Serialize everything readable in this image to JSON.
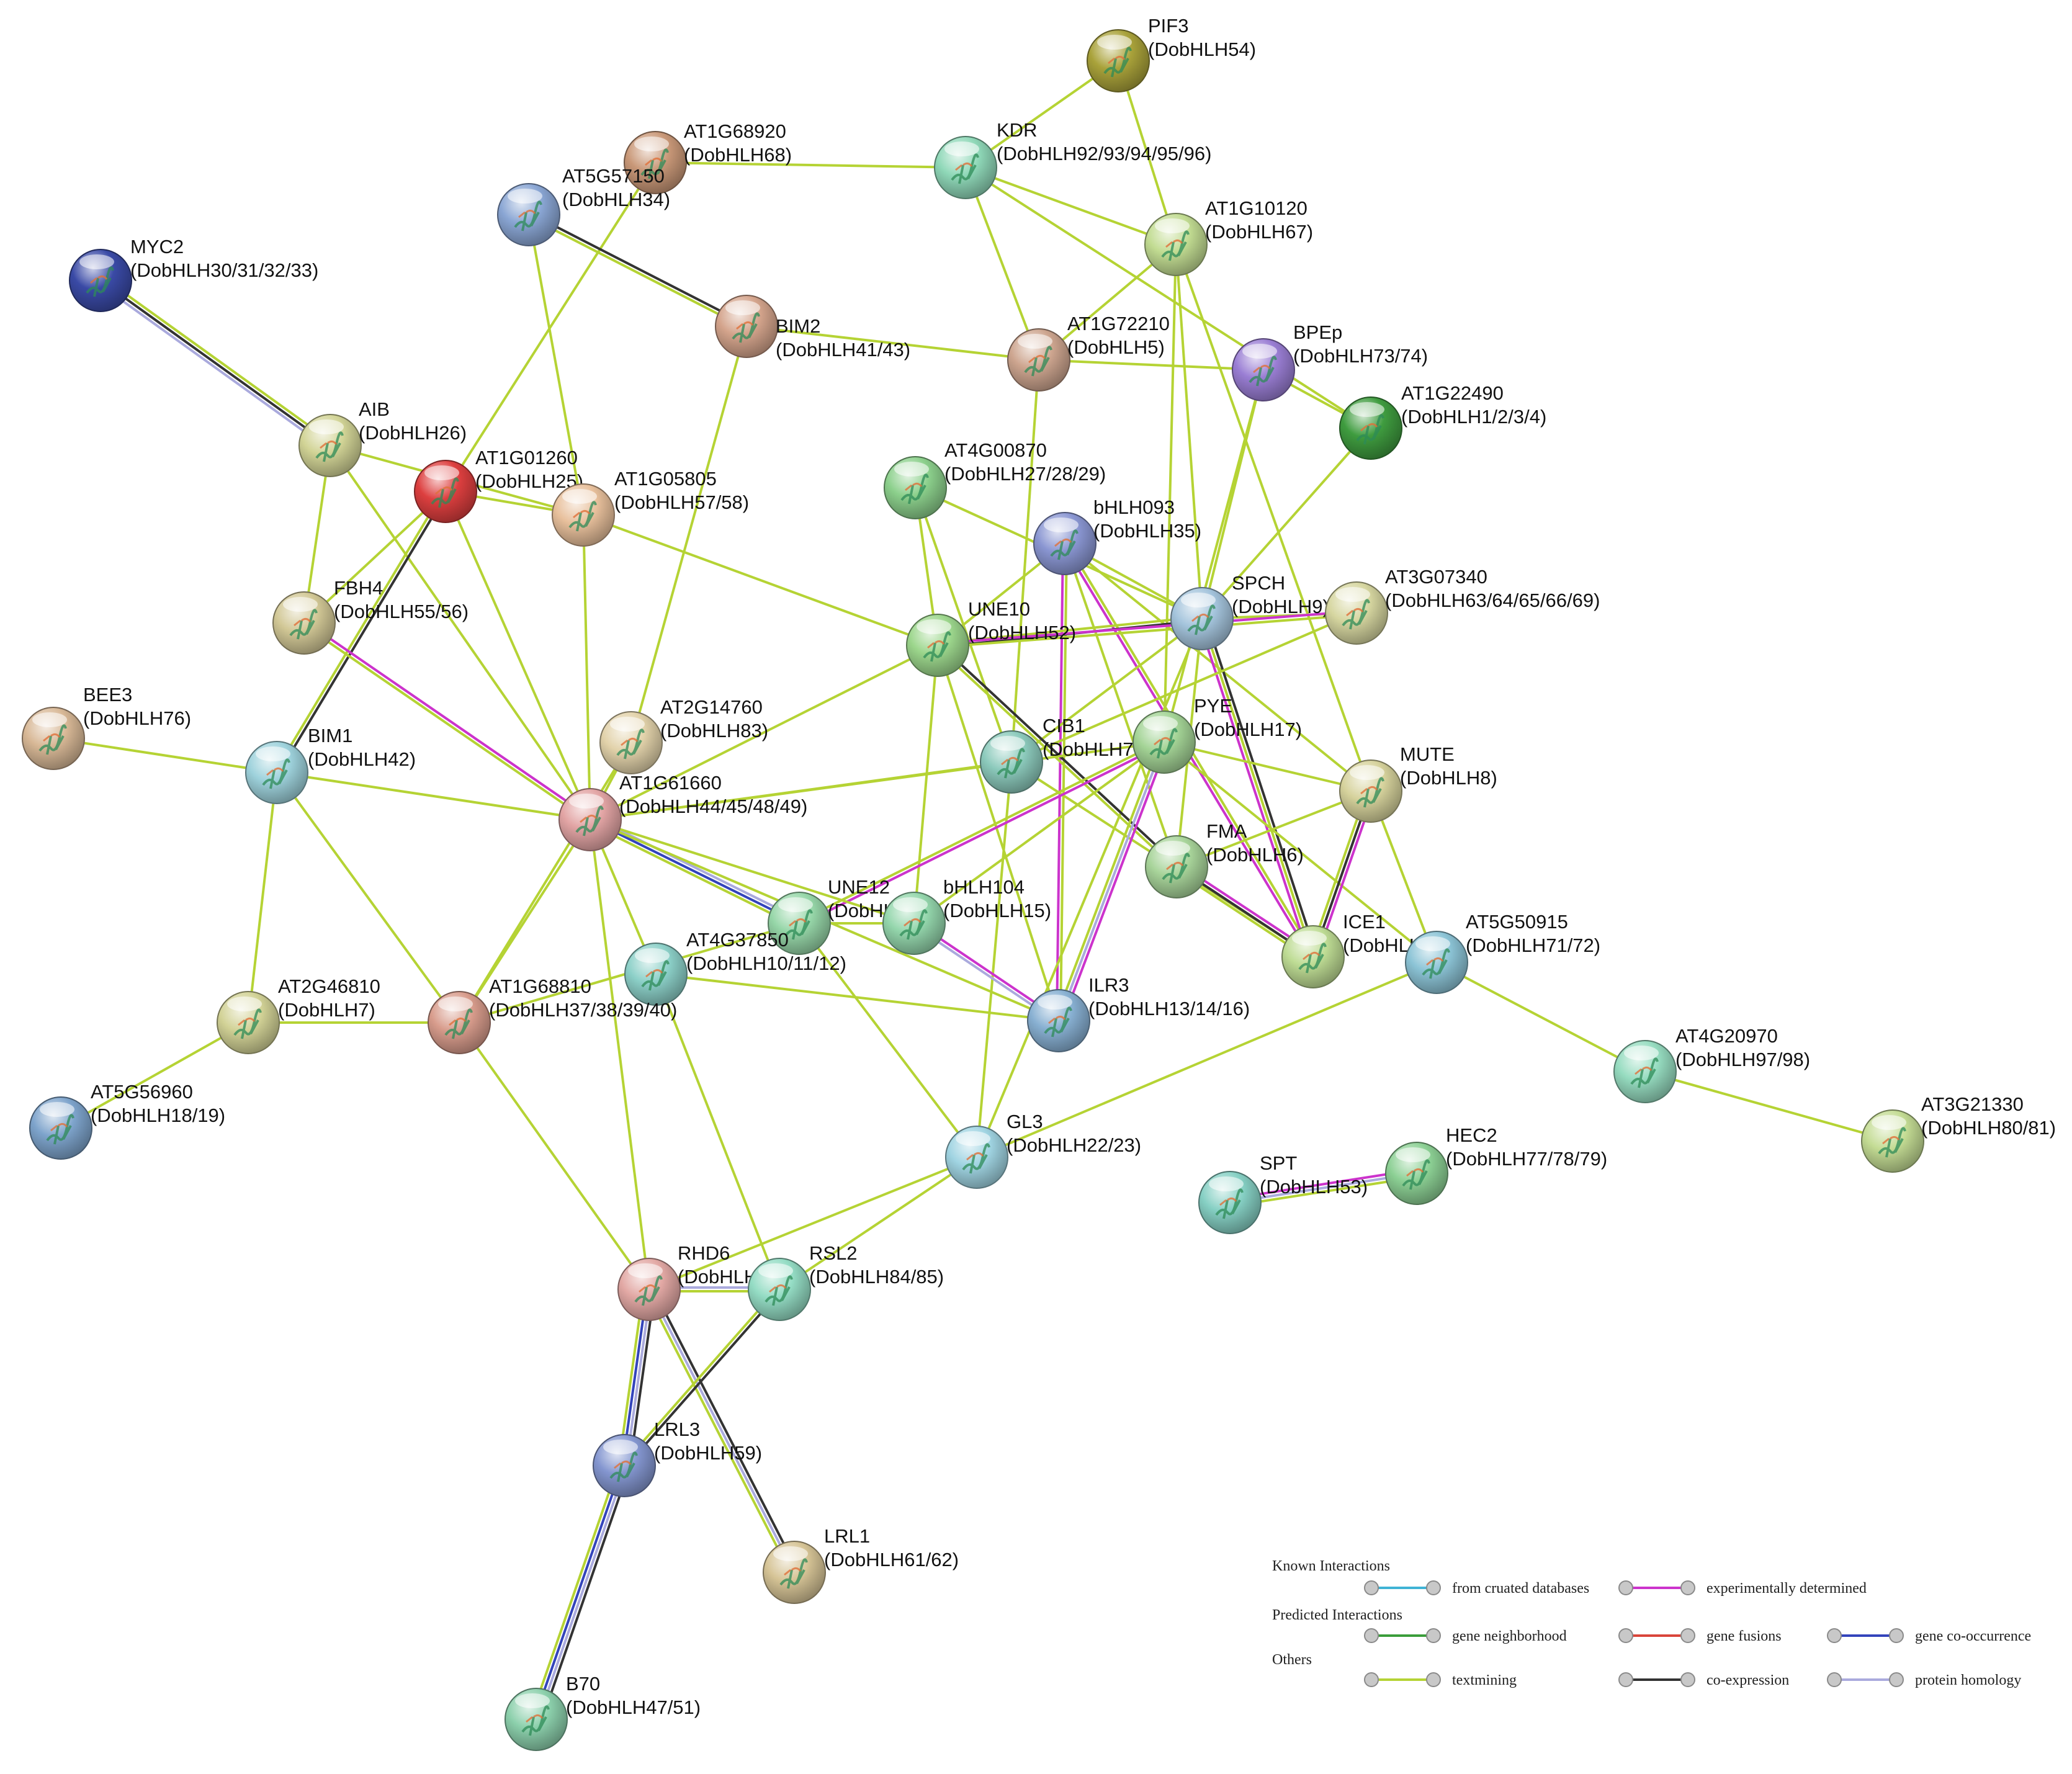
{
  "legend": {
    "known_title": "Known Interactions",
    "predicted_title": "Predicted Interactions",
    "others_title": "Others",
    "items": [
      {
        "key": "curated",
        "label": "from cruated databases",
        "color": "#3fb3d5"
      },
      {
        "key": "experimental",
        "label": "experimentally determined",
        "color": "#cc33cc"
      },
      {
        "key": "neighborhood",
        "label": "gene neighborhood",
        "color": "#3a9d3a"
      },
      {
        "key": "fusion",
        "label": "gene fusions",
        "color": "#d9453a"
      },
      {
        "key": "cooccurrence",
        "label": "gene co-occurrence",
        "color": "#3344bb"
      },
      {
        "key": "textmining",
        "label": "textmining",
        "color": "#b5d334"
      },
      {
        "key": "coexpression",
        "label": "co-expression",
        "color": "#333333"
      },
      {
        "key": "homology",
        "label": "protein homology",
        "color": "#aaaadd"
      }
    ]
  },
  "edge_colors": {
    "textmining": "#b5d334",
    "coexpression": "#333333",
    "experimental": "#cc33cc",
    "homology": "#aaaadd",
    "cooccurrence": "#3344bb",
    "curated": "#3fb3d5"
  },
  "nodes": [
    {
      "id": "PIF3",
      "name": "PIF3",
      "alias": "(DobHLH54)",
      "color": "#a9a23a"
    },
    {
      "id": "AT1G68920",
      "name": "AT1G68920",
      "alias": "(DobHLH68)",
      "color": "#c99878"
    },
    {
      "id": "KDR",
      "name": "KDR",
      "alias": "(DobHLH92/93/94/95/96)",
      "color": "#8fd8b8"
    },
    {
      "id": "AT5G57150",
      "name": "AT5G57150",
      "alias": "(DobHLH34)",
      "color": "#8aa6d4"
    },
    {
      "id": "AT1G10120",
      "name": "AT1G10120",
      "alias": "(DobHLH67)",
      "color": "#c2dc92"
    },
    {
      "id": "MYC2",
      "name": "MYC2",
      "alias": "(DobHLH30/31/32/33)",
      "color": "#3a4aa6"
    },
    {
      "id": "BIM2",
      "name": "BIM2",
      "alias": "(DobHLH41/43)",
      "color": "#d4a48c"
    },
    {
      "id": "AT1G72210",
      "name": "AT1G72210",
      "alias": "(DobHLH5)",
      "color": "#cda58f"
    },
    {
      "id": "BPEp",
      "name": "BPEp",
      "alias": "(DobHLH73/74)",
      "color": "#9a7ed4"
    },
    {
      "id": "AT1G22490",
      "name": "AT1G22490",
      "alias": "(DobHLH1/2/3/4)",
      "color": "#3f9c3f"
    },
    {
      "id": "AIB",
      "name": "AIB",
      "alias": "(DobHLH26)",
      "color": "#d2d496"
    },
    {
      "id": "AT1G01260",
      "name": "AT1G01260",
      "alias": "(DobHLH25)",
      "color": "#dd3f3f"
    },
    {
      "id": "AT1G05805",
      "name": "AT1G05805",
      "alias": "(DobHLH57/58)",
      "color": "#e8c09c"
    },
    {
      "id": "AT4G00870",
      "name": "AT4G00870",
      "alias": "(DobHLH27/28/29)",
      "color": "#8cd08c"
    },
    {
      "id": "bHLH093",
      "name": "bHLH093",
      "alias": "(DobHLH35)",
      "color": "#8a96d2"
    },
    {
      "id": "FBH4",
      "name": "FBH4",
      "alias": "(DobHLH55/56)",
      "color": "#d2c896"
    },
    {
      "id": "SPCH",
      "name": "SPCH",
      "alias": "(DobHLH9)",
      "color": "#a4c4dc"
    },
    {
      "id": "AT3G07340",
      "name": "AT3G07340",
      "alias": "(DobHLH63/64/65/66/69)",
      "color": "#d6d6a0"
    },
    {
      "id": "UNE10",
      "name": "UNE10",
      "alias": "(DobHLH52)",
      "color": "#9cd68c"
    },
    {
      "id": "BEE3",
      "name": "BEE3",
      "alias": "(DobHLH76)",
      "color": "#d8b896"
    },
    {
      "id": "AT2G14760",
      "name": "AT2G14760",
      "alias": "(DobHLH83)",
      "color": "#e2d2aa"
    },
    {
      "id": "BIM1",
      "name": "BIM1",
      "alias": "(DobHLH42)",
      "color": "#9ed2dc"
    },
    {
      "id": "CIB1",
      "name": "CIB1",
      "alias": "(DobHLH70)",
      "color": "#8ccabc"
    },
    {
      "id": "PYE",
      "name": "PYE",
      "alias": "(DobHLH17)",
      "color": "#a4d496"
    },
    {
      "id": "MUTE",
      "name": "MUTE",
      "alias": "(DobHLH8)",
      "color": "#d6d29c"
    },
    {
      "id": "AT1G61660",
      "name": "AT1G61660",
      "alias": "(DobHLH44/45/48/49)",
      "color": "#e2a4a4"
    },
    {
      "id": "FMA",
      "name": "FMA",
      "alias": "(DobHLH6)",
      "color": "#a8d49a"
    },
    {
      "id": "UNE12",
      "name": "UNE12",
      "alias": "(DobHLH60)",
      "color": "#96d6a8"
    },
    {
      "id": "bHLH104",
      "name": "bHLH104",
      "alias": "(DobHLH15)",
      "color": "#94d6ac"
    },
    {
      "id": "ICE1",
      "name": "ICE1",
      "alias": "(DobHLH36)",
      "color": "#bedc94"
    },
    {
      "id": "AT5G50915",
      "name": "AT5G50915",
      "alias": "(DobHLH71/72)",
      "color": "#8cc4d6"
    },
    {
      "id": "AT4G37850",
      "name": "AT4G37850",
      "alias": "(DobHLH10/11/12)",
      "color": "#8cd0c8"
    },
    {
      "id": "AT2G46810",
      "name": "AT2G46810",
      "alias": "(DobHLH7)",
      "color": "#d2d296"
    },
    {
      "id": "AT1G68810",
      "name": "AT1G68810",
      "alias": "(DobHLH37/38/39/40)",
      "color": "#d89c8c"
    },
    {
      "id": "ILR3",
      "name": "ILR3",
      "alias": "(DobHLH13/14/16)",
      "color": "#88b0d2"
    },
    {
      "id": "AT4G20970",
      "name": "AT4G20970",
      "alias": "(DobHLH97/98)",
      "color": "#96dcc0"
    },
    {
      "id": "AT3G21330",
      "name": "AT3G21330",
      "alias": "(DobHLH80/81)",
      "color": "#c4dc94"
    },
    {
      "id": "AT5G56960",
      "name": "AT5G56960",
      "alias": "(DobHLH18/19)",
      "color": "#7ea4cc"
    },
    {
      "id": "GL3",
      "name": "GL3",
      "alias": "(DobHLH22/23)",
      "color": "#a0d4e2"
    },
    {
      "id": "SPT",
      "name": "SPT",
      "alias": "(DobHLH53)",
      "color": "#86d0c4"
    },
    {
      "id": "HEC2",
      "name": "HEC2",
      "alias": "(DobHLH77/78/79)",
      "color": "#8cd094"
    },
    {
      "id": "RHD6",
      "name": "RHD6",
      "alias": "(DobHLH86)",
      "color": "#e2a8a4"
    },
    {
      "id": "RSL2",
      "name": "RSL2",
      "alias": "(DobHLH84/85)",
      "color": "#94dcc4"
    },
    {
      "id": "LRL3",
      "name": "LRL3",
      "alias": "(DobHLH59)",
      "color": "#8496d0"
    },
    {
      "id": "LRL1",
      "name": "LRL1",
      "alias": "(DobHLH61/62)",
      "color": "#d6c496"
    },
    {
      "id": "B70",
      "name": "B70",
      "alias": "(DobHLH47/51)",
      "color": "#8cd0ac"
    }
  ],
  "edges": [
    [
      "PIF3",
      "KDR",
      [
        "textmining"
      ]
    ],
    [
      "PIF3",
      "AT1G10120",
      [
        "textmining"
      ]
    ],
    [
      "AT1G68920",
      "KDR",
      [
        "textmining"
      ]
    ],
    [
      "AT1G68920",
      "AT1G01260",
      [
        "textmining"
      ]
    ],
    [
      "KDR",
      "AT1G10120",
      [
        "textmining"
      ]
    ],
    [
      "KDR",
      "AT1G72210",
      [
        "textmining"
      ]
    ],
    [
      "KDR",
      "AT1G22490",
      [
        "textmining"
      ]
    ],
    [
      "AT5G57150",
      "BIM2",
      [
        "coexpression",
        "textmining"
      ]
    ],
    [
      "AT5G57150",
      "AT1G05805",
      [
        "textmining"
      ]
    ],
    [
      "MYC2",
      "AIB",
      [
        "textmining",
        "coexpression",
        "homology"
      ]
    ],
    [
      "BIM2",
      "AT1G72210",
      [
        "textmining"
      ]
    ],
    [
      "BIM2",
      "AT2G14760",
      [
        "textmining"
      ]
    ],
    [
      "AT1G72210",
      "BPEp",
      [
        "textmining"
      ]
    ],
    [
      "AT1G72210",
      "CIB1",
      [
        "textmining"
      ]
    ],
    [
      "AT1G10120",
      "AT1G72210",
      [
        "textmining"
      ]
    ],
    [
      "AT1G10120",
      "SPCH",
      [
        "textmining"
      ]
    ],
    [
      "AT1G10120",
      "PYE",
      [
        "textmining"
      ]
    ],
    [
      "AT1G10120",
      "MUTE",
      [
        "textmining"
      ]
    ],
    [
      "BPEp",
      "AT1G22490",
      [
        "textmining"
      ]
    ],
    [
      "BPEp",
      "SPCH",
      [
        "textmining"
      ]
    ],
    [
      "BPEp",
      "PYE",
      [
        "textmining"
      ]
    ],
    [
      "AT1G22490",
      "SPCH",
      [
        "textmining"
      ]
    ],
    [
      "AIB",
      "AT1G05805",
      [
        "textmining"
      ]
    ],
    [
      "AIB",
      "FBH4",
      [
        "textmining"
      ]
    ],
    [
      "AIB",
      "AT1G61660",
      [
        "textmining"
      ]
    ],
    [
      "AT1G01260",
      "AT1G05805",
      [
        "textmining"
      ]
    ],
    [
      "AT1G01260",
      "BIM1",
      [
        "coexpression",
        "textmining"
      ]
    ],
    [
      "AT1G01260",
      "FBH4",
      [
        "textmining"
      ]
    ],
    [
      "AT1G01260",
      "AT1G61660",
      [
        "textmining"
      ]
    ],
    [
      "AT1G05805",
      "UNE10",
      [
        "textmining"
      ]
    ],
    [
      "AT1G05805",
      "AT1G61660",
      [
        "textmining"
      ]
    ],
    [
      "AT4G00870",
      "UNE10",
      [
        "textmining"
      ]
    ],
    [
      "AT4G00870",
      "CIB1",
      [
        "textmining"
      ]
    ],
    [
      "AT4G00870",
      "SPCH",
      [
        "textmining"
      ]
    ],
    [
      "bHLH093",
      "SPCH",
      [
        "textmining"
      ]
    ],
    [
      "bHLH093",
      "UNE10",
      [
        "textmining"
      ]
    ],
    [
      "bHLH093",
      "ICE1",
      [
        "textmining",
        "experimental"
      ]
    ],
    [
      "bHLH093",
      "ILR3",
      [
        "textmining",
        "experimental"
      ]
    ],
    [
      "bHLH093",
      "FMA",
      [
        "textmining"
      ]
    ],
    [
      "bHLH093",
      "MUTE",
      [
        "textmining"
      ]
    ],
    [
      "FBH4",
      "AT1G61660",
      [
        "experimental",
        "textmining"
      ]
    ],
    [
      "SPCH",
      "UNE10",
      [
        "coexpression",
        "textmining"
      ]
    ],
    [
      "SPCH",
      "ICE1",
      [
        "coexpression",
        "textmining",
        "experimental"
      ]
    ],
    [
      "SPCH",
      "CIB1",
      [
        "textmining"
      ]
    ],
    [
      "SPCH",
      "GL3",
      [
        "textmining"
      ]
    ],
    [
      "SPCH",
      "AT3G07340",
      [
        "textmining"
      ]
    ],
    [
      "SPCH",
      "FMA",
      [
        "textmining"
      ]
    ],
    [
      "AT3G07340",
      "UNE10",
      [
        "textmining",
        "experimental"
      ]
    ],
    [
      "AT3G07340",
      "CIB1",
      [
        "textmining"
      ]
    ],
    [
      "UNE10",
      "FMA",
      [
        "coexpression",
        "textmining"
      ]
    ],
    [
      "UNE10",
      "AT1G61660",
      [
        "textmining"
      ]
    ],
    [
      "UNE10",
      "bHLH104",
      [
        "textmining"
      ]
    ],
    [
      "UNE10",
      "ILR3",
      [
        "textmining"
      ]
    ],
    [
      "BEE3",
      "BIM1",
      [
        "textmining"
      ]
    ],
    [
      "AT2G14760",
      "AT1G61660",
      [
        "textmining"
      ]
    ],
    [
      "AT2G14760",
      "AT1G68810",
      [
        "textmining"
      ]
    ],
    [
      "BIM1",
      "AT1G61660",
      [
        "textmining"
      ]
    ],
    [
      "BIM1",
      "AT2G46810",
      [
        "textmining"
      ]
    ],
    [
      "BIM1",
      "AT1G68810",
      [
        "textmining"
      ]
    ],
    [
      "CIB1",
      "AT1G61660",
      [
        "textmining"
      ]
    ],
    [
      "CIB1",
      "ICE1",
      [
        "textmining"
      ]
    ],
    [
      "CIB1",
      "GL3",
      [
        "textmining"
      ]
    ],
    [
      "PYE",
      "UNE12",
      [
        "experimental",
        "textmining"
      ]
    ],
    [
      "PYE",
      "ILR3",
      [
        "experimental",
        "homology",
        "textmining"
      ]
    ],
    [
      "PYE",
      "MUTE",
      [
        "textmining"
      ]
    ],
    [
      "PYE",
      "AT5G50915",
      [
        "textmining"
      ]
    ],
    [
      "PYE",
      "bHLH104",
      [
        "textmining"
      ]
    ],
    [
      "PYE",
      "AT1G61660",
      [
        "textmining"
      ]
    ],
    [
      "MUTE",
      "ICE1",
      [
        "experimental",
        "coexpression",
        "textmining"
      ]
    ],
    [
      "MUTE",
      "AT5G50915",
      [
        "textmining"
      ]
    ],
    [
      "MUTE",
      "FMA",
      [
        "textmining"
      ]
    ],
    [
      "AT1G61660",
      "UNE12",
      [
        "homology",
        "cooccurrence",
        "textmining"
      ]
    ],
    [
      "AT1G61660",
      "AT4G37850",
      [
        "textmining"
      ]
    ],
    [
      "AT1G61660",
      "AT1G68810",
      [
        "textmining"
      ]
    ],
    [
      "AT1G61660",
      "RHD6",
      [
        "textmining"
      ]
    ],
    [
      "AT1G61660",
      "bHLH104",
      [
        "textmining"
      ]
    ],
    [
      "AT1G61660",
      "ILR3",
      [
        "textmining"
      ]
    ],
    [
      "FMA",
      "ICE1",
      [
        "experimental",
        "coexpression",
        "textmining"
      ]
    ],
    [
      "UNE12",
      "bHLH104",
      [
        "textmining"
      ]
    ],
    [
      "UNE12",
      "GL3",
      [
        "textmining"
      ]
    ],
    [
      "UNE12",
      "AT1G68810",
      [
        "textmining"
      ]
    ],
    [
      "bHLH104",
      "ILR3",
      [
        "experimental",
        "homology"
      ]
    ],
    [
      "AT4G37850",
      "RSL2",
      [
        "textmining"
      ]
    ],
    [
      "AT4G37850",
      "ILR3",
      [
        "textmining"
      ]
    ],
    [
      "AT2G46810",
      "AT1G68810",
      [
        "textmining"
      ]
    ],
    [
      "AT2G46810",
      "AT5G56960",
      [
        "textmining"
      ]
    ],
    [
      "AT1G68810",
      "RHD6",
      [
        "textmining"
      ]
    ],
    [
      "AT5G50915",
      "AT4G20970",
      [
        "textmining"
      ]
    ],
    [
      "AT5G50915",
      "GL3",
      [
        "textmining"
      ]
    ],
    [
      "AT4G20970",
      "AT3G21330",
      [
        "textmining"
      ]
    ],
    [
      "GL3",
      "RHD6",
      [
        "textmining"
      ]
    ],
    [
      "GL3",
      "RSL2",
      [
        "textmining"
      ]
    ],
    [
      "SPT",
      "HEC2",
      [
        "experimental",
        "homology",
        "textmining"
      ]
    ],
    [
      "RHD6",
      "RSL2",
      [
        "homology",
        "textmining"
      ]
    ],
    [
      "RHD6",
      "LRL3",
      [
        "coexpression",
        "homology",
        "cooccurrence",
        "textmining"
      ]
    ],
    [
      "RHD6",
      "LRL1",
      [
        "coexpression",
        "homology",
        "textmining"
      ]
    ],
    [
      "RSL2",
      "LRL3",
      [
        "coexpression",
        "textmining"
      ]
    ],
    [
      "LRL3",
      "B70",
      [
        "coexpression",
        "homology",
        "cooccurrence",
        "textmining"
      ]
    ]
  ]
}
